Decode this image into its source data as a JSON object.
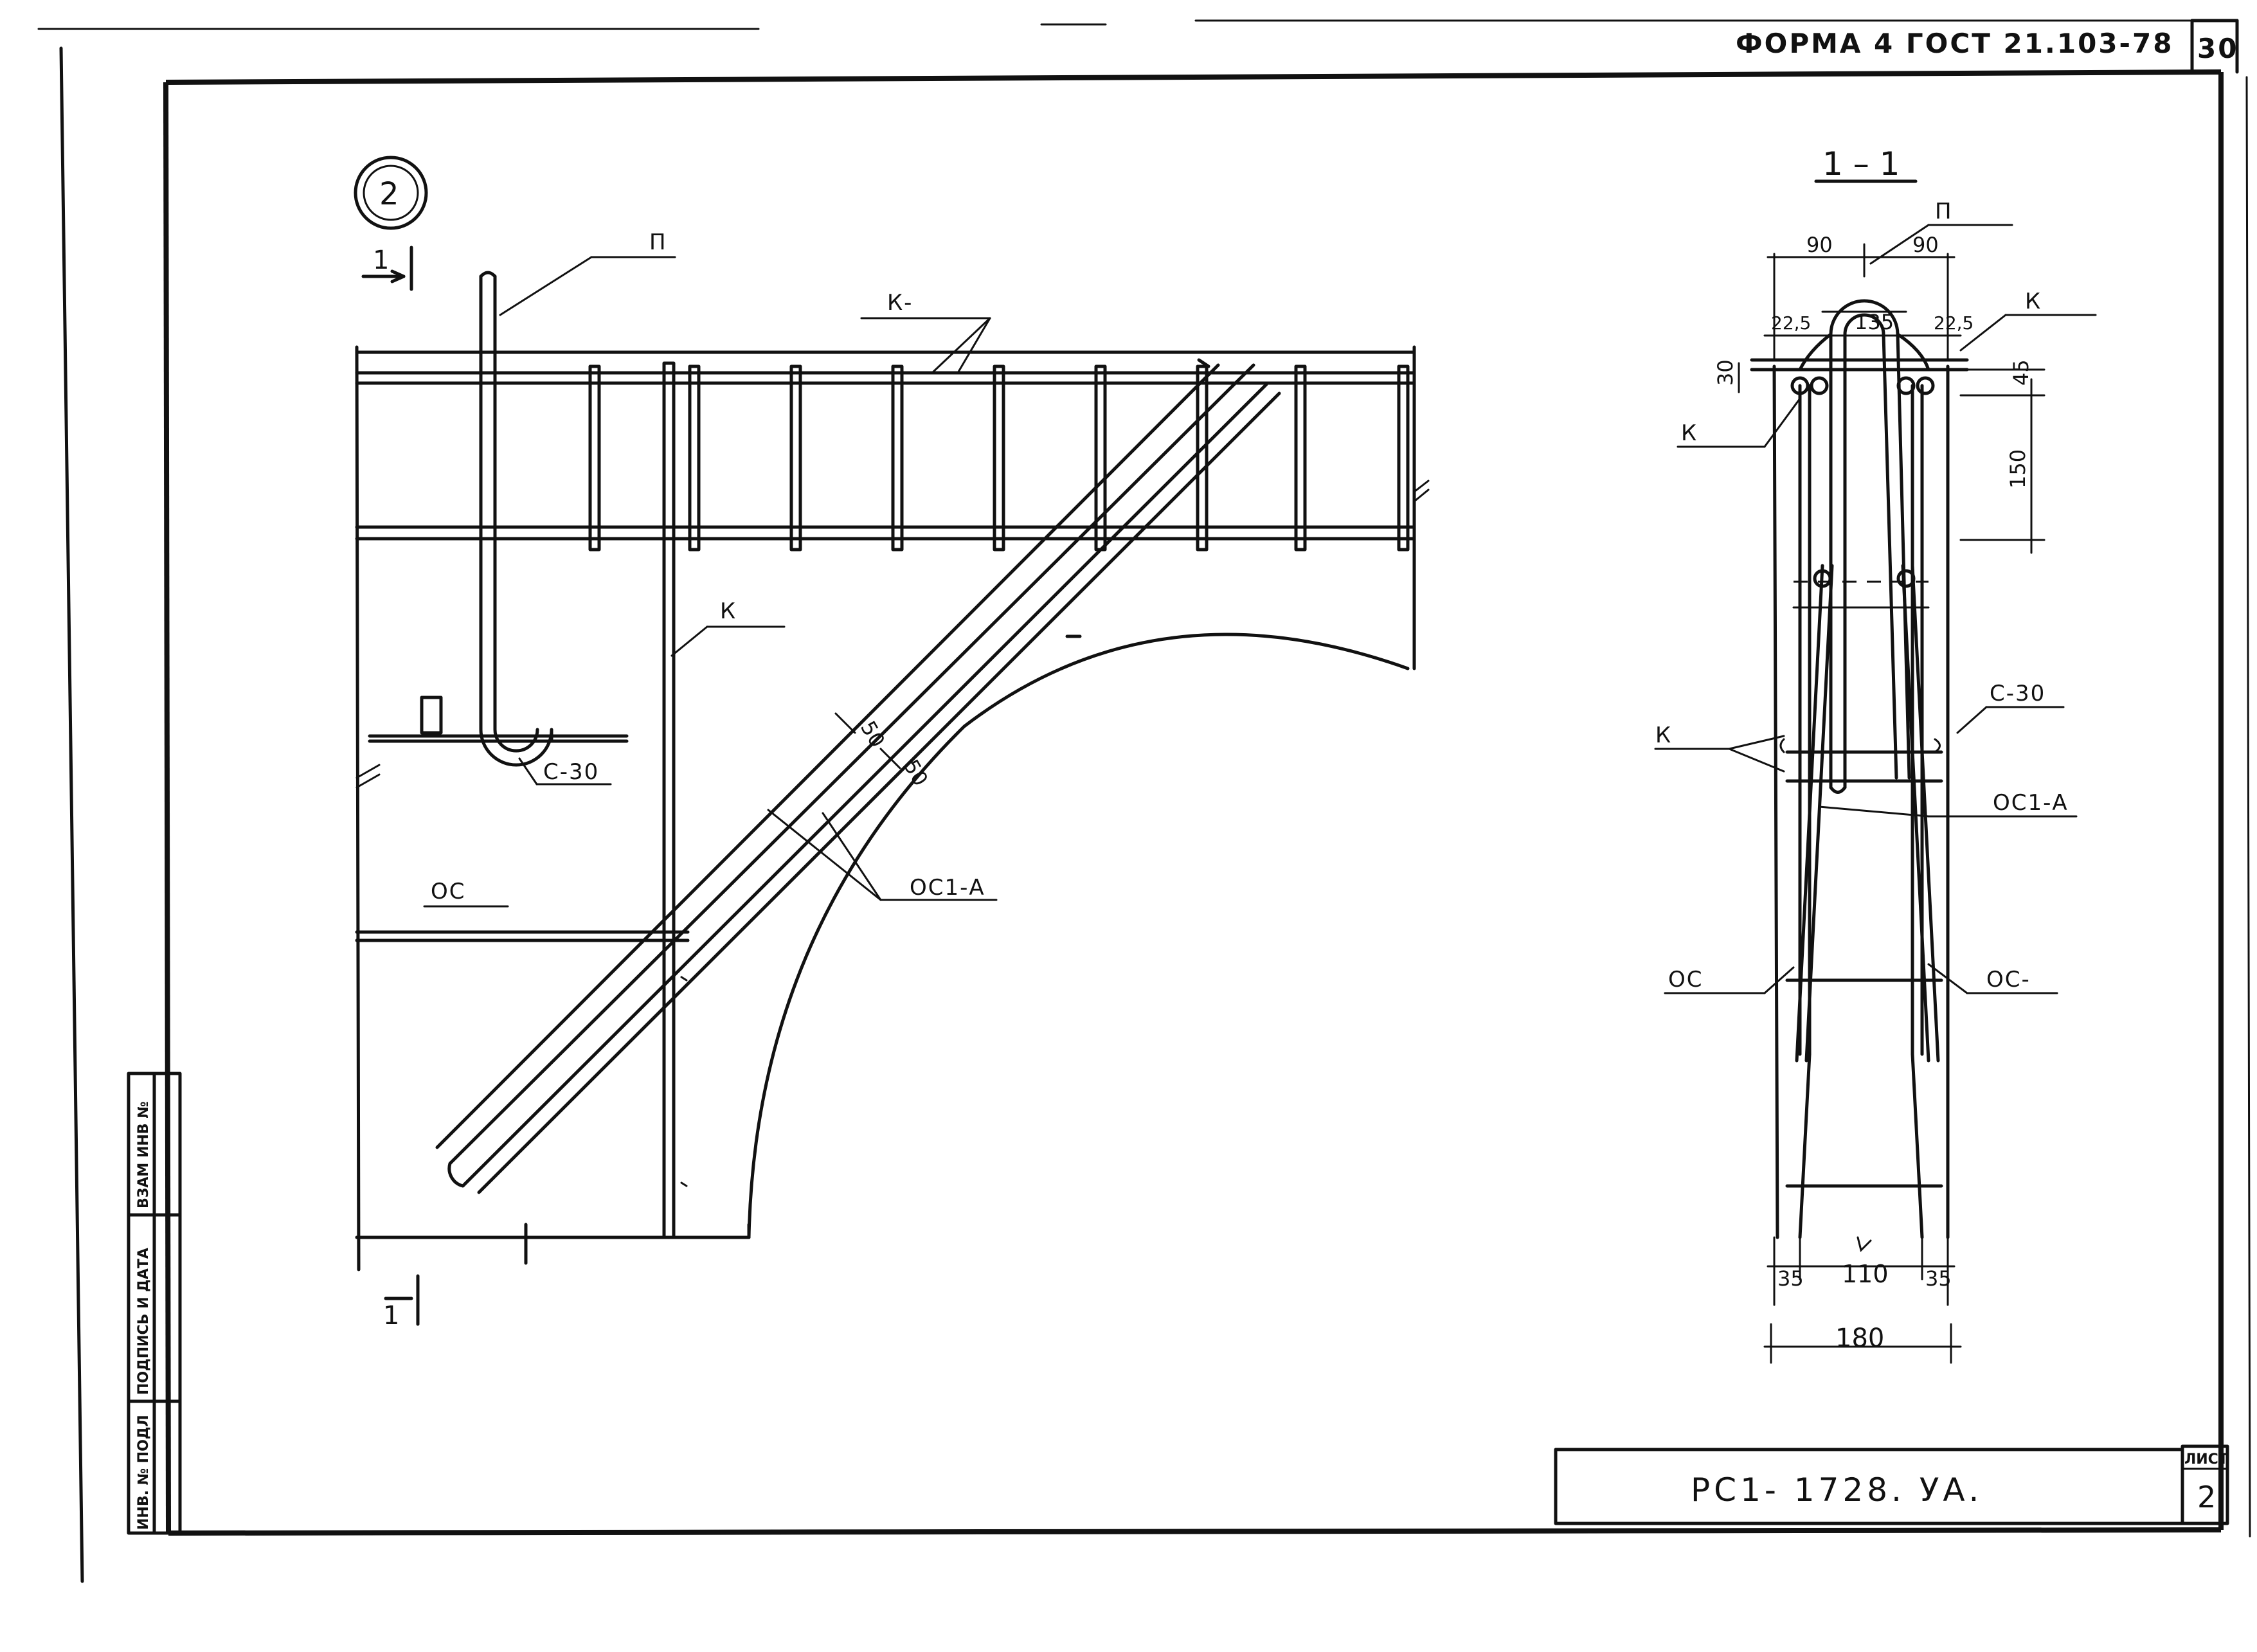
{
  "header": {
    "form_label": "ФОРМА 4  ГОСТ 21.103-78",
    "page_number": "30"
  },
  "title_block": {
    "code": "РС1- 1728.  УА.",
    "sheet_label": "ЛИСТ",
    "sheet_number": "2"
  },
  "side_stamp": {
    "inv_no": "ИНВ. № ПОДЛ",
    "signature_date": "ПОДПИСЬ И ДАТА",
    "vzam_inv": "ВЗАМ ИНВ №"
  },
  "main_view": {
    "node_number": "2",
    "section_mark_top": "1",
    "section_mark_bottom": "1",
    "labels": {
      "p": "П",
      "k_top": "К-",
      "k": "К",
      "c30": "С-30",
      "oc": "ОС",
      "oc1a": "ОС1-А",
      "diag_a": "50",
      "diag_b": "50"
    }
  },
  "section_view": {
    "title": "1 – 1",
    "labels": {
      "p": "П",
      "k_right": "К",
      "k_left": "К",
      "k_mid": "К",
      "c30": "С-30",
      "oc1a": "ОС1-А",
      "oc_left": "ОС",
      "oc_right": "ОС-"
    },
    "dims": {
      "d90_left": "90",
      "d90_right": "90",
      "d135": "135",
      "d225_left": "22,5",
      "d225_right": "22,5",
      "d30": "30",
      "d45": "45",
      "d150": "150",
      "d35_left": "35",
      "d110": "110",
      "d35_right": "35",
      "d180": "180"
    }
  }
}
